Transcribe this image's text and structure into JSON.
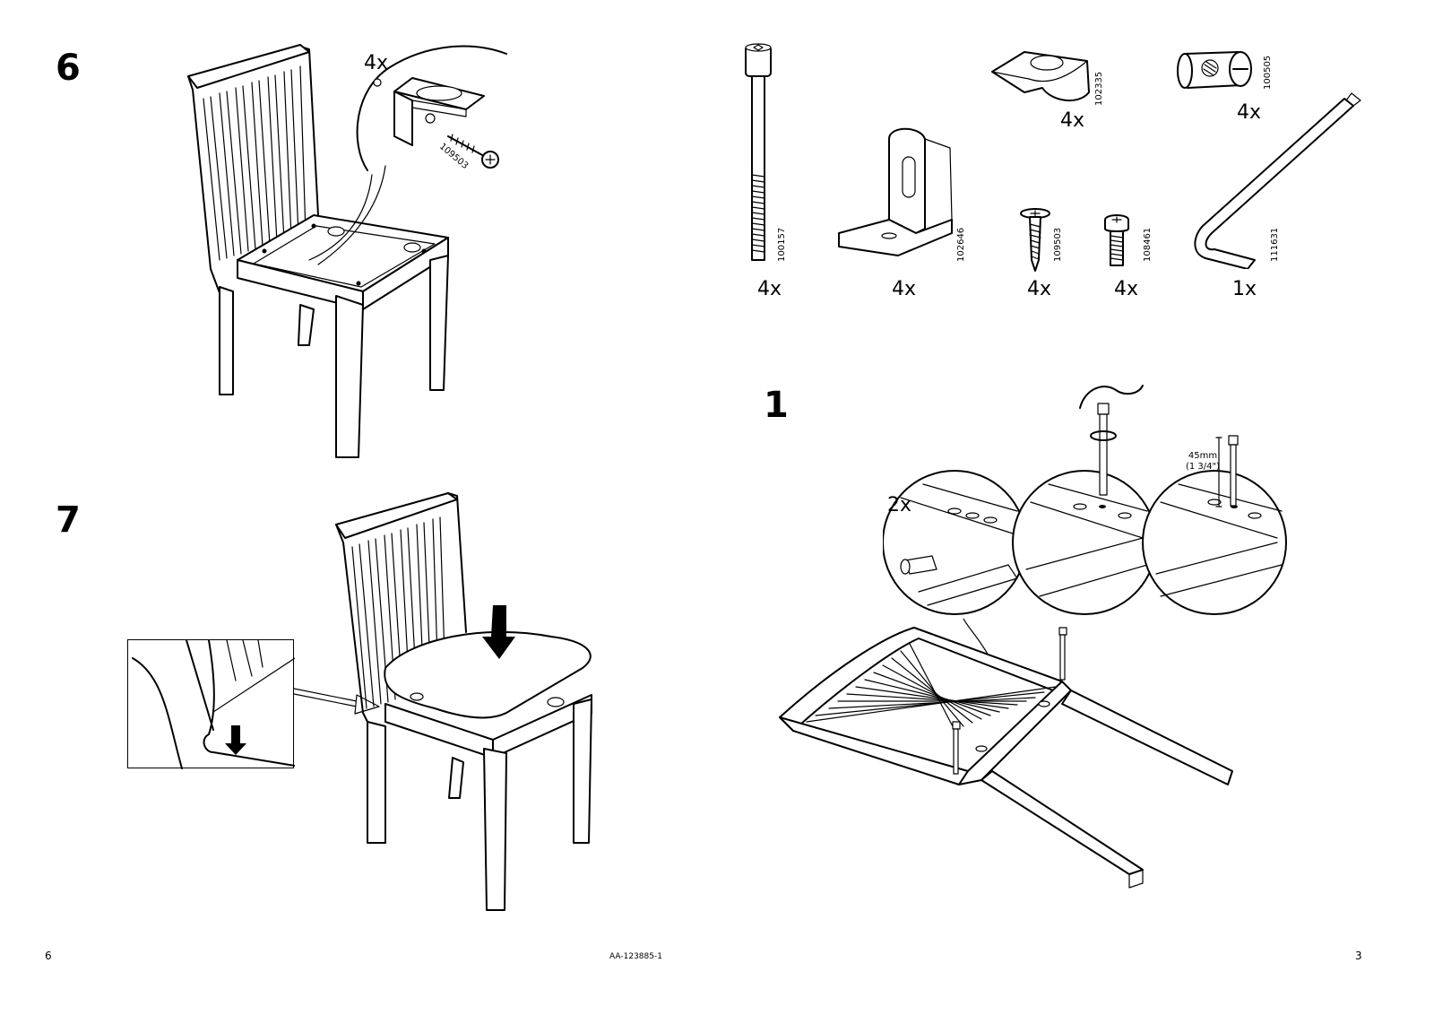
{
  "pages": {
    "left_number": "6",
    "right_number": "3",
    "doc_code": "AA-123885-1"
  },
  "steps": {
    "step6": {
      "number": "6",
      "detail_qty": "4x",
      "detail_part_code": "109503"
    },
    "step7": {
      "number": "7"
    },
    "step1": {
      "number": "1",
      "detail_qty": "2x",
      "measure_mm": "45mm",
      "measure_in": "(1 3/4\")"
    }
  },
  "parts": [
    {
      "code": "100157",
      "qty": "4x",
      "icon": "long-bolt-icon"
    },
    {
      "code": "102646",
      "qty": "4x",
      "icon": "angle-bracket-icon"
    },
    {
      "code": "102335",
      "qty": "4x",
      "icon": "slotted-nut-icon"
    },
    {
      "code": "109503",
      "qty": "4x",
      "icon": "wood-screw-icon"
    },
    {
      "code": "108461",
      "qty": "4x",
      "icon": "short-bolt-icon"
    },
    {
      "code": "100505",
      "qty": "4x",
      "icon": "barrel-nut-icon"
    },
    {
      "code": "111631",
      "qty": "1x",
      "icon": "allen-key-icon"
    }
  ]
}
